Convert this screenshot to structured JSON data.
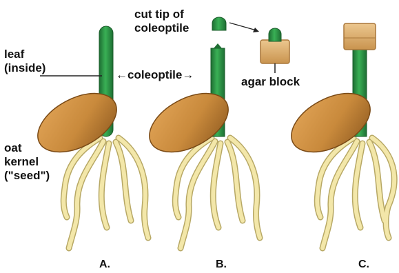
{
  "labels": {
    "leaf_line1": "leaf",
    "leaf_line2": "(inside)",
    "coleoptile": "←coleoptile→",
    "oat_line1": "oat",
    "oat_line2": "kernel",
    "oat_line3": "(\"seed\")",
    "cut_tip_line1": "cut tip of",
    "cut_tip_line2": "coleoptile",
    "agar_block": "agar block"
  },
  "panels": [
    "A.",
    "B.",
    "C."
  ],
  "colors": {
    "coleoptile_green": "#2f9e4a",
    "coleoptile_dark": "#1e6e33",
    "kernel_orange": "#c98a3c",
    "kernel_dark": "#9c6224",
    "root_cream": "#f3e7a9",
    "root_outline": "#b7a865",
    "agar_tan": "#e0b475",
    "agar_dark": "#a9773a",
    "leader_line": "#222222"
  }
}
